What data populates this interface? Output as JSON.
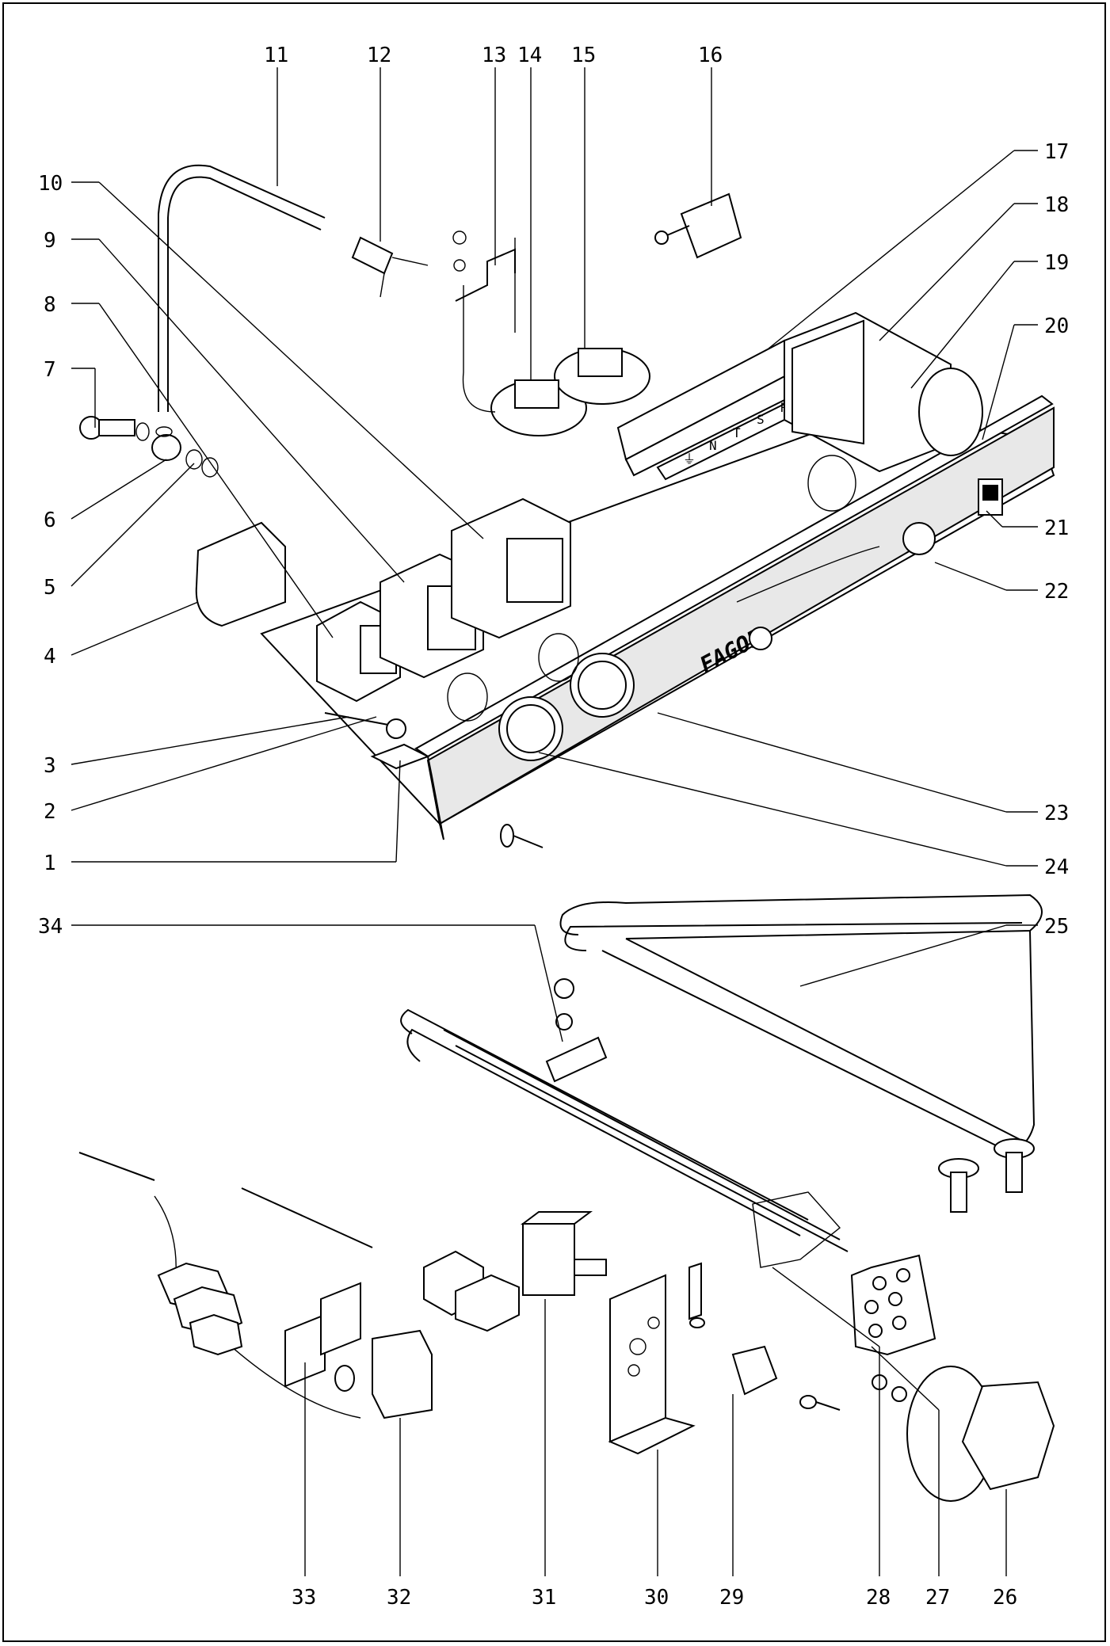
{
  "diagram": {
    "callouts": [
      "1",
      "2",
      "3",
      "4",
      "5",
      "6",
      "7",
      "8",
      "9",
      "10",
      "11",
      "12",
      "13",
      "14",
      "15",
      "16",
      "17",
      "18",
      "19",
      "20",
      "21",
      "22",
      "23",
      "24",
      "25",
      "26",
      "27",
      "28",
      "29",
      "30",
      "31",
      "32",
      "33",
      "34"
    ],
    "panel": {
      "brand": "FAGOR",
      "terminal_labels": [
        "R",
        "S",
        "T",
        "N",
        "⏚"
      ]
    }
  }
}
